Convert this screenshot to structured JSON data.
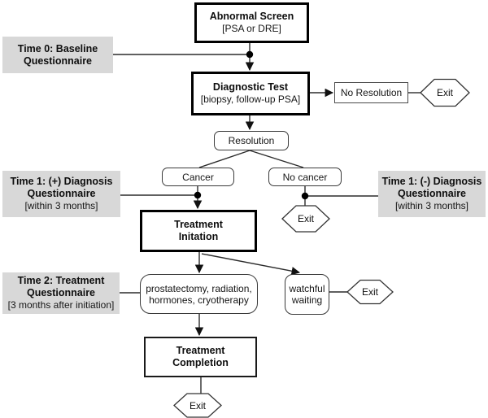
{
  "colors": {
    "note_background": "#d8d8d8",
    "line": "#2b2b2b",
    "strong_border": "#000000",
    "page_background": "#ffffff"
  },
  "nodes": {
    "abnormal_screen": {
      "title": "Abnormal Screen",
      "subtitle": "[PSA or DRE]"
    },
    "time0_questionnaire": {
      "line1": "Time 0: Baseline",
      "line2": "Questionnaire"
    },
    "diagnostic_test": {
      "title": "Diagnostic Test",
      "subtitle": "[biopsy, follow-up PSA]"
    },
    "no_resolution": {
      "label": "No Resolution"
    },
    "resolution": {
      "label": "Resolution"
    },
    "cancer": {
      "label": "Cancer"
    },
    "no_cancer": {
      "label": "No cancer"
    },
    "time1_positive_questionnaire": {
      "line1": "Time 1: (+) Diagnosis",
      "line2": "Questionnaire",
      "line3": "[within 3 months]"
    },
    "time1_negative_questionnaire": {
      "line1": "Time 1: (-) Diagnosis",
      "line2": "Questionnaire",
      "line3": "[within 3 months]"
    },
    "treatment_initiation": {
      "line1": "Treatment",
      "line2": "Initation"
    },
    "time2_questionnaire": {
      "line1": "Time 2: Treatment",
      "line2": "Questionnaire",
      "line3": "[3 months after initiation]"
    },
    "treatment_options": {
      "line1": "prostatectomy, radiation,",
      "line2": "hormones, cryotherapy"
    },
    "watchful_waiting": {
      "line1": "watchful",
      "line2": "waiting"
    },
    "treatment_completion": {
      "line1": "Treatment",
      "line2": "Completion"
    },
    "exit": {
      "label": "Exit"
    }
  }
}
